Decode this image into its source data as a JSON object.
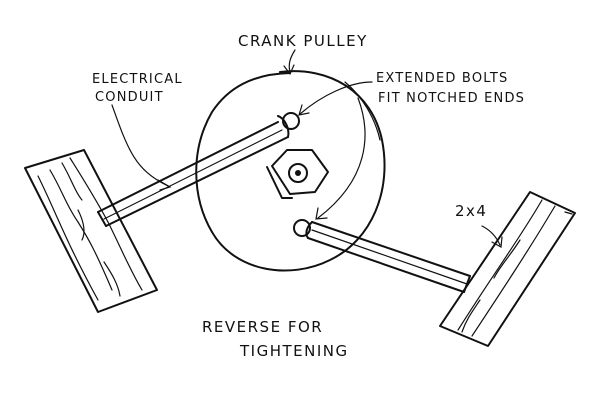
{
  "diagram": {
    "labels": {
      "crank_pulley": "CRANK PULLEY",
      "electrical_line1": "ELECTRICAL",
      "electrical_line2": "CONDUIT",
      "bolts_line1": "EXTENDED BOLTS",
      "bolts_line2": "FIT NOTCHED ENDS",
      "two_by_four": "2x4",
      "reverse_line1": "REVERSE FOR",
      "reverse_line2": "TIGHTENING"
    },
    "parts": {
      "pulley": "crank-pulley",
      "hex_bolt": "center-hex-bolt",
      "left_board": "left-2x4-board",
      "right_board": "right-2x4-board",
      "upper_conduit": "upper-conduit-bar",
      "lower_conduit": "lower-conduit-bar",
      "upper_bolt": "upper-extended-bolt",
      "lower_bolt": "lower-extended-bolt"
    },
    "ink_color": "#111111"
  }
}
